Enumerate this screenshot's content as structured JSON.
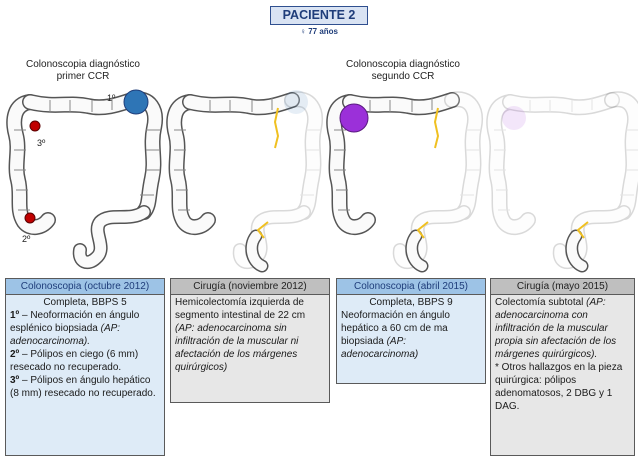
{
  "title": "PACIENTE 2",
  "subtitle": "♀ 77 años",
  "captions": {
    "first": [
      "Colonoscopia diagnóstico",
      "primer CCR"
    ],
    "second": [
      "Colonoscopia diagnóstico",
      "segundo CCR"
    ]
  },
  "markers": {
    "m1": "1º",
    "m2": "2º",
    "m3": "3º"
  },
  "colors": {
    "lesion1": "#2e75b6",
    "lesion2": "#9b30d9",
    "polyp": "#c00000",
    "resection": "#f0c020"
  },
  "boxes": {
    "b1": {
      "header": "Colonoscopia (octubre 2012)",
      "line1": "Completa, BBPS 5",
      "i1_num": "1º",
      "i1_text": " – Neoformación en ángulo esplénico biopsiada ",
      "i1_ap": "(AP: adenocarcinoma).",
      "i2_num": "2º",
      "i2_text": " – Pólipos en ciego (6 mm) resecado no recuperado.",
      "i3_num": "3º",
      "i3_text": " – Pólipos en ángulo hepático (8 mm) resecado no recuperado."
    },
    "b2": {
      "header": "Cirugía (noviembre 2012)",
      "text": "Hemicolectomía izquierda de segmento intestinal de 22 cm ",
      "ap": "(AP: adenocarcinoma sin infiltración de la muscular ni afectación de los márgenes quirúrgicos)"
    },
    "b3": {
      "header": "Colonoscopia (abril 2015)",
      "line1": "Completa, BBPS 9",
      "text": "Neoformación en ángulo hepático a 60 cm de ma biopsiada ",
      "ap": "(AP: adenocarcinoma)"
    },
    "b4": {
      "header": "Cirugía (mayo 2015)",
      "text": "Colectomía subtotal ",
      "ap": "(AP: adenocarcinoma con infiltración de la muscular propia sin afectación de los márgenes quirúrgicos).",
      "extra": "* Otros hallazgos en la pieza quirúrgica: pólipos adenomatosos, 2 DBG y 1 DAG."
    }
  }
}
